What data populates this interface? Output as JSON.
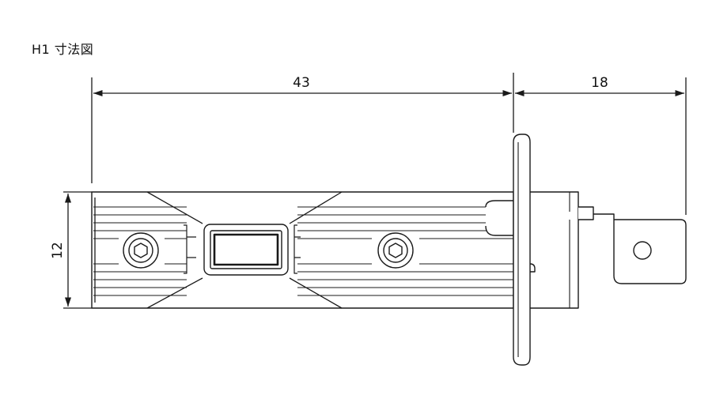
{
  "title": "H1 寸法図",
  "dimensions": {
    "body_length": "43",
    "terminal_length": "18",
    "height": "12"
  },
  "colors": {
    "line": "#1a1a1a",
    "background": "#ffffff"
  }
}
